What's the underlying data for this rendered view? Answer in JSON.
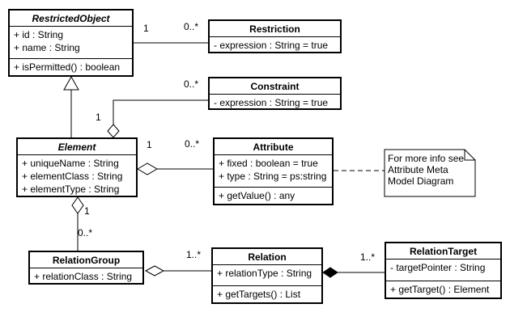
{
  "diagram": {
    "classes": [
      {
        "name": "RestrictedObject",
        "abstract": true,
        "attributes": [
          "+ id : String",
          "+ name : String"
        ],
        "methods": [
          "+ isPermitted() : boolean"
        ]
      },
      {
        "name": "Restriction",
        "abstract": false,
        "attributes": [
          "- expression : String = true"
        ],
        "methods": []
      },
      {
        "name": "Constraint",
        "abstract": false,
        "attributes": [
          "- expression : String = true"
        ],
        "methods": []
      },
      {
        "name": "Element",
        "abstract": true,
        "attributes": [
          "+ uniqueName : String",
          "+ elementClass : String",
          "+ elementType : String"
        ],
        "methods": []
      },
      {
        "name": "Attribute",
        "abstract": false,
        "attributes": [
          "+ fixed : boolean = true",
          "+ type : String = ps:string"
        ],
        "methods": [
          "+ getValue() : any"
        ]
      },
      {
        "name": "RelationGroup",
        "abstract": false,
        "attributes": [
          "+ relationClass : String"
        ],
        "methods": []
      },
      {
        "name": "Relation",
        "abstract": false,
        "attributes": [
          "+ relationType : String"
        ],
        "methods": [
          "+ getTargets() : List"
        ]
      },
      {
        "name": "RelationTarget",
        "abstract": false,
        "attributes": [
          "- targetPointer : String"
        ],
        "methods": [
          "+ getTarget() : Element"
        ]
      }
    ],
    "note": {
      "lines": [
        "For more info see",
        "Attribute Meta",
        "Model Diagram"
      ]
    },
    "multiplicities": {
      "restrictedobject_restriction_source": "1",
      "restrictedobject_restriction_target": "0..*",
      "element_constraint_source": "1",
      "element_constraint_target": "0..*",
      "element_attribute_source": "1",
      "element_attribute_target": "0..*",
      "element_relationgroup_source": "1",
      "element_relationgroup_target": "0..*",
      "relationgroup_relation_target": "1..*",
      "relation_relationtarget_target": "1..*"
    },
    "colors": {
      "line": "#000000",
      "background": "#ffffff"
    }
  }
}
